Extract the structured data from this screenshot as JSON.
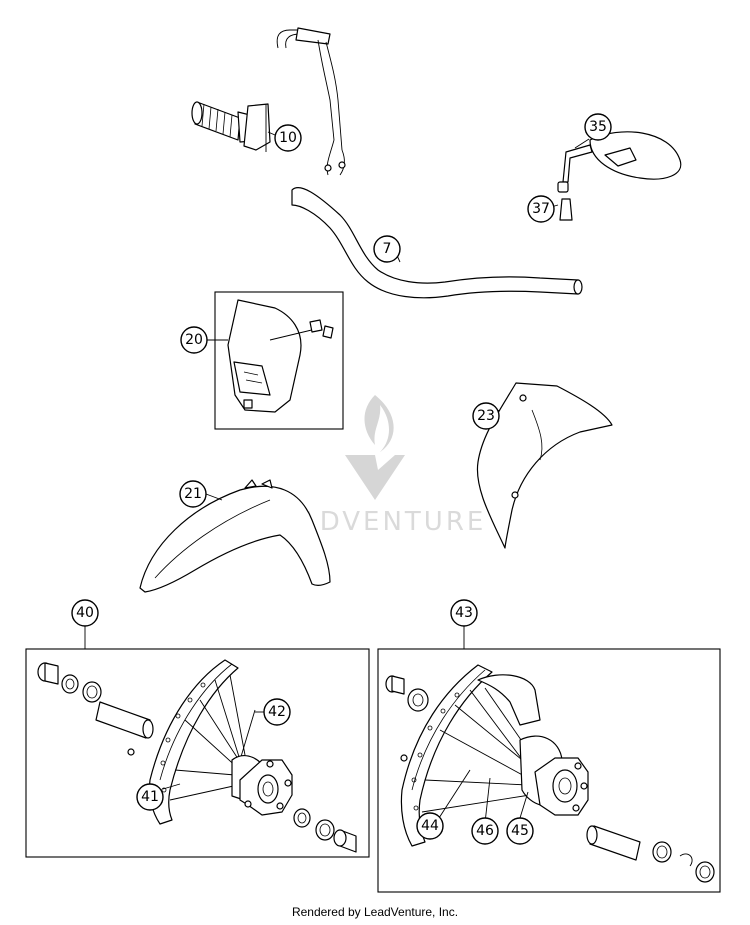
{
  "callouts": [
    {
      "id": "c10",
      "label": "10"
    },
    {
      "id": "c35",
      "label": "35"
    },
    {
      "id": "c37",
      "label": "37"
    },
    {
      "id": "c7",
      "label": "7"
    },
    {
      "id": "c20",
      "label": "20"
    },
    {
      "id": "c23",
      "label": "23"
    },
    {
      "id": "c21",
      "label": "21"
    },
    {
      "id": "c40",
      "label": "40"
    },
    {
      "id": "c43",
      "label": "43"
    },
    {
      "id": "c42",
      "label": "42"
    },
    {
      "id": "c41",
      "label": "41"
    },
    {
      "id": "c44",
      "label": "44"
    },
    {
      "id": "c46",
      "label": "46"
    },
    {
      "id": "c45",
      "label": "45"
    }
  ],
  "watermark": {
    "text": "LEADVENTURE"
  },
  "footer": {
    "text": "Rendered by LeadVenture, Inc."
  }
}
